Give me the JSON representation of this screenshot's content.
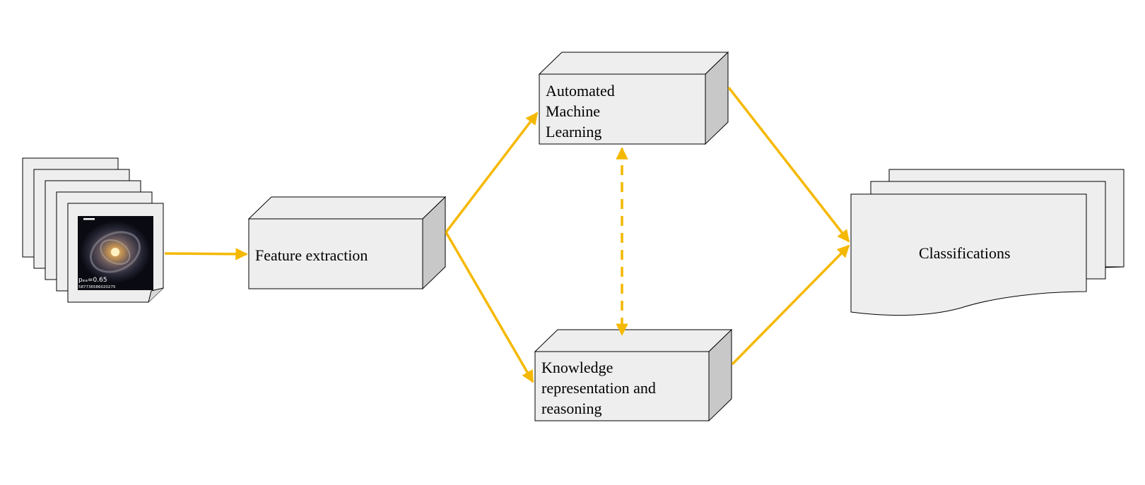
{
  "colors": {
    "arrow": "#F5B800",
    "box_face": "#EEEEEE",
    "box_top": "#EEEEEE",
    "box_side": "#C8C8C8",
    "stroke": "#000000",
    "image_bg": "#0A0A12"
  },
  "input_images": {
    "caption_value": "pₑₐ=0.65",
    "caption_id": "587736586020275"
  },
  "nodes": {
    "feature_extraction": {
      "lines": [
        "Feature extraction"
      ]
    },
    "automl": {
      "lines": [
        "Automated",
        "Machine",
        "Learning"
      ]
    },
    "krr": {
      "lines": [
        "Knowledge",
        "representation and",
        "reasoning"
      ]
    },
    "classifications": {
      "lines": [
        "Classifications"
      ]
    }
  },
  "edges": [
    {
      "from": "input_images",
      "to": "feature_extraction",
      "style": "solid"
    },
    {
      "from": "feature_extraction",
      "to": "automl",
      "style": "solid"
    },
    {
      "from": "feature_extraction",
      "to": "krr",
      "style": "solid"
    },
    {
      "from": "automl",
      "to": "krr",
      "style": "dashed-bidirectional"
    },
    {
      "from": "automl",
      "to": "classifications",
      "style": "solid"
    },
    {
      "from": "krr",
      "to": "classifications",
      "style": "solid"
    }
  ]
}
